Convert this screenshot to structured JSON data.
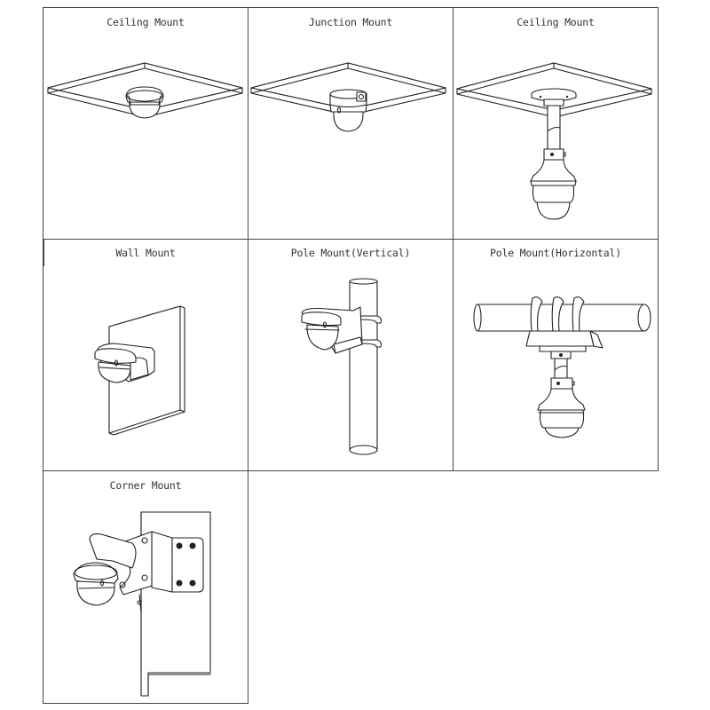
{
  "table": {
    "cells": [
      {
        "label": "Ceiling Mount",
        "figure": "dome-camera-flush-on-ceiling"
      },
      {
        "label": "Junction Mount",
        "figure": "dome-camera-with-junction-box-on-ceiling"
      },
      {
        "label": "Ceiling Mount",
        "figure": "dome-camera-on-pendant-pole-from-ceiling"
      },
      {
        "label": "Wall Mount",
        "figure": "dome-camera-on-wall-bracket"
      },
      {
        "label": "Pole Mount(Vertical)",
        "figure": "dome-camera-on-vertical-pole-with-straps"
      },
      {
        "label": "Pole Mount(Horizontal)",
        "figure": "dome-camera-hanging-from-horizontal-pole"
      },
      {
        "label": "Corner Mount",
        "figure": "dome-camera-on-corner-bracket"
      }
    ]
  }
}
